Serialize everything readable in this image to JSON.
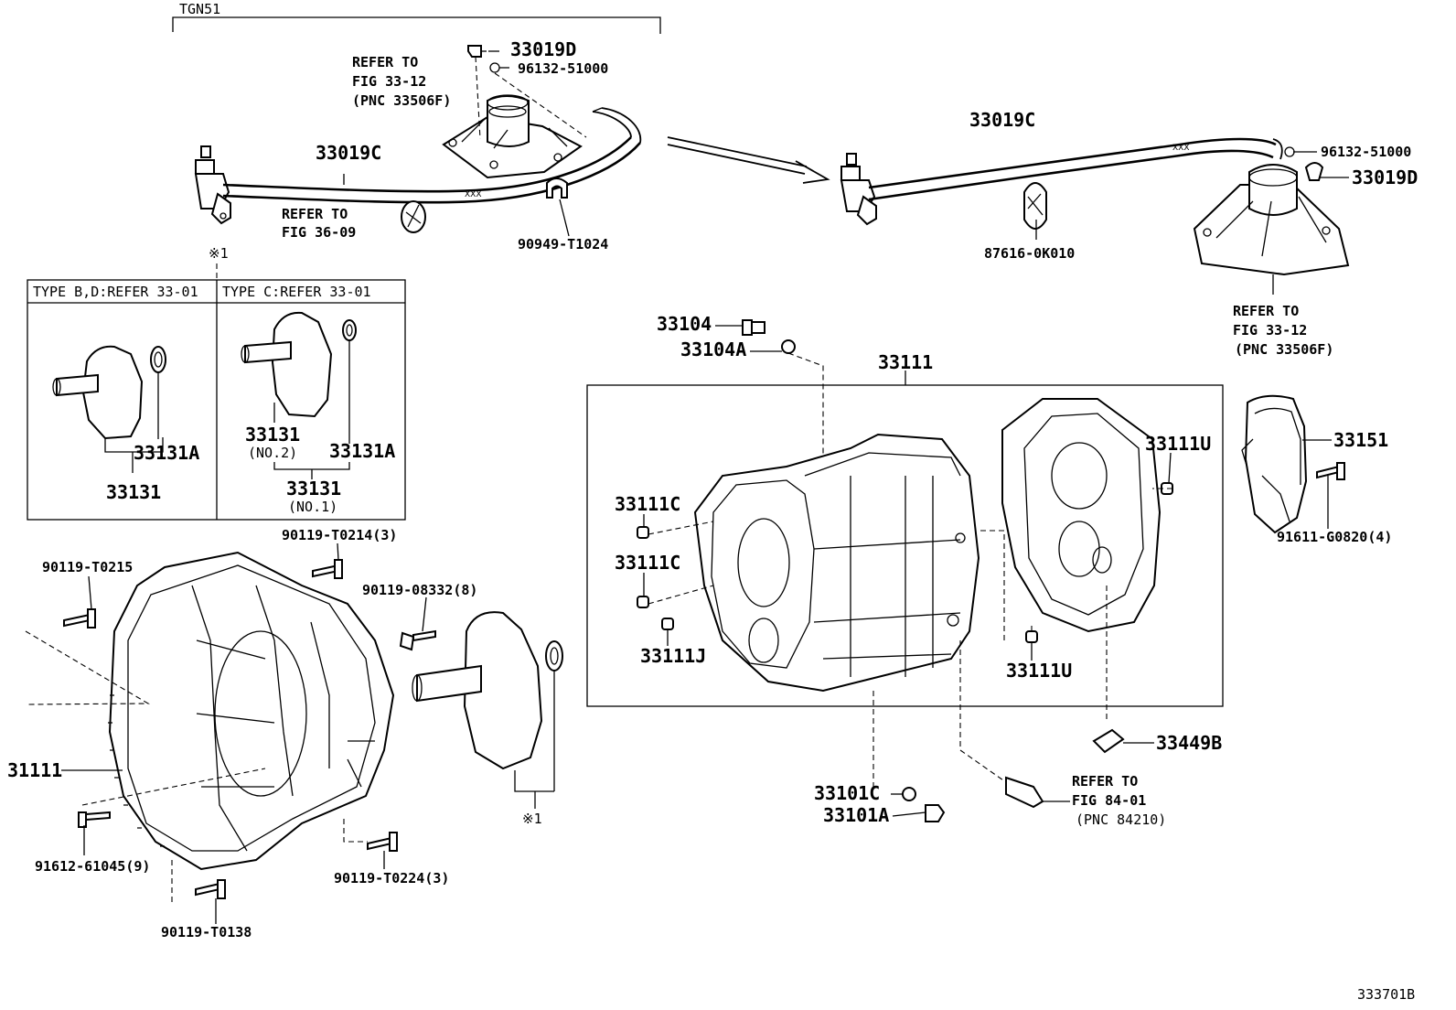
{
  "variant_label": "TGN51",
  "footer_code": "333701B",
  "type_boxes": [
    {
      "title": "TYPE B,D:REFER 33-01"
    },
    {
      "title": "TYPE C:REFER 33-01"
    }
  ],
  "markers": {
    "ref1": "※1"
  },
  "parts": {
    "p33019D_left": "33019D",
    "p96132_left": "96132-51000",
    "p33019C_left": "33019C",
    "p90949": "90949-T1024",
    "p33019C_right": "33019C",
    "p96132_right": "96132-51000",
    "p33019D_right": "33019D",
    "p87616": "87616-0K010",
    "p33131A_b": "33131A",
    "p33131_b": "33131",
    "p33131_c": "33131",
    "p33131A_c": "33131A",
    "p33131_c_total": "33131",
    "p33104": "33104",
    "p33104A": "33104A",
    "p33111": "33111",
    "p33151": "33151",
    "p91611": "91611-G0820(4)",
    "p33111U_top": "33111U",
    "p33111C_1": "33111C",
    "p33111C_2": "33111C",
    "p33111J": "33111J",
    "p33111U_bottom": "33111U",
    "p33449B": "33449B",
    "p33101C": "33101C",
    "p33101A": "33101A",
    "p90119_T0214": "90119-T0214(3)",
    "p90119_T0215": "90119-T0215",
    "p90119_08332": "90119-08332(8)",
    "p31111": "31111",
    "p91612": "91612-61045(9)",
    "p90119_T0224": "90119-T0224(3)",
    "p90119_T0138": "90119-T0138"
  },
  "sub_labels": {
    "no2": "(NO.2)",
    "no1": "(NO.1)"
  },
  "refs": {
    "ref_left_33_12": {
      "l1": "REFER TO",
      "l2": "FIG 33-12",
      "l3": "(PNC 33506F)"
    },
    "ref_36_09": {
      "l1": "REFER TO",
      "l2": "FIG 36-09"
    },
    "ref_right_33_12": {
      "l1": "REFER TO",
      "l2": "FIG 33-12",
      "l3": "(PNC 33506F)"
    },
    "ref_84_01": {
      "l1": "REFER TO",
      "l2": "FIG 84-01",
      "l3": "(PNC 84210)"
    }
  }
}
